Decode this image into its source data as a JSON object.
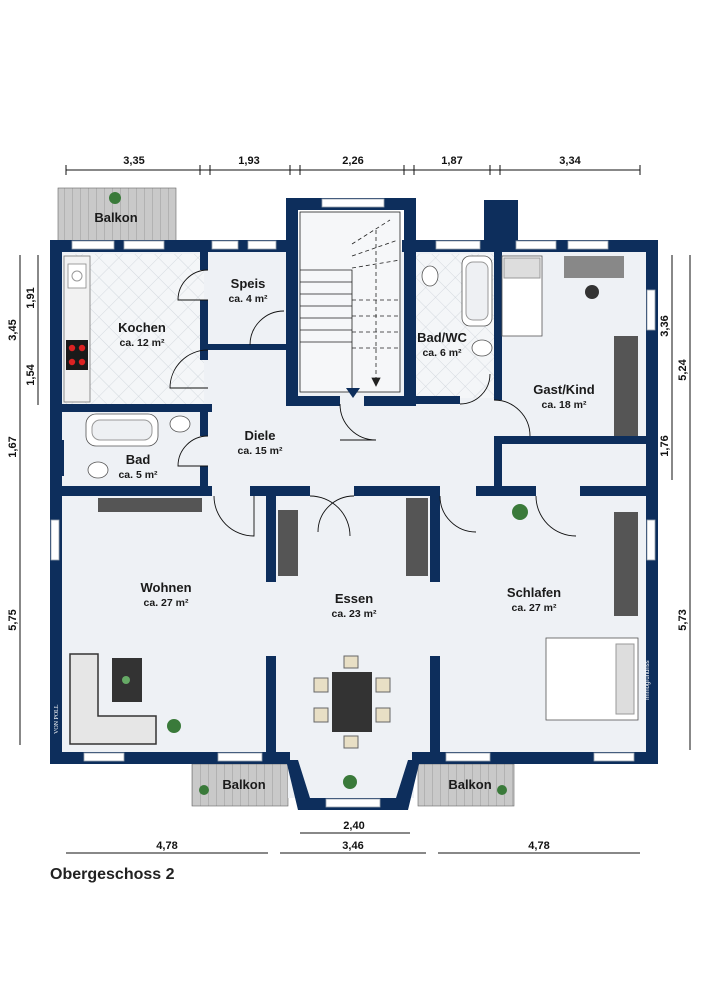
{
  "plan": {
    "title": "Obergeschoss 2",
    "brand_text": "Immogrundriss",
    "logo_text": "VON POLL"
  },
  "rooms": [
    {
      "id": "balkon-top",
      "name": "Balkon",
      "area": ""
    },
    {
      "id": "kochen",
      "name": "Kochen",
      "area": "ca. 12 m²"
    },
    {
      "id": "speis",
      "name": "Speis",
      "area": "ca. 4 m²"
    },
    {
      "id": "bad-wc",
      "name": "Bad/WC",
      "area": "ca. 6 m²"
    },
    {
      "id": "gast-kind",
      "name": "Gast/Kind",
      "area": "ca. 18 m²"
    },
    {
      "id": "diele",
      "name": "Diele",
      "area": "ca. 15 m²"
    },
    {
      "id": "bad",
      "name": "Bad",
      "area": "ca. 5 m²"
    },
    {
      "id": "wohnen",
      "name": "Wohnen",
      "area": "ca. 27 m²"
    },
    {
      "id": "essen",
      "name": "Essen",
      "area": "ca. 23 m²"
    },
    {
      "id": "schlafen",
      "name": "Schlafen",
      "area": "ca. 27 m²"
    },
    {
      "id": "balkon-left",
      "name": "Balkon",
      "area": ""
    },
    {
      "id": "balkon-right",
      "name": "Balkon",
      "area": ""
    }
  ],
  "dimensions": {
    "top": [
      "3,35",
      "1,93",
      "2,26",
      "1,87",
      "3,34"
    ],
    "left": [
      "3,45",
      "1,91",
      "1,54",
      "1,67",
      "5,75"
    ],
    "right": [
      "3,36",
      "5,24",
      "1,76",
      "5,73"
    ],
    "bottom_inner": "2,40",
    "bottom": [
      "4,78",
      "3,46",
      "4,78"
    ]
  },
  "colors": {
    "wall": "#0d2e5c",
    "floor": "#eef1f5"
  }
}
